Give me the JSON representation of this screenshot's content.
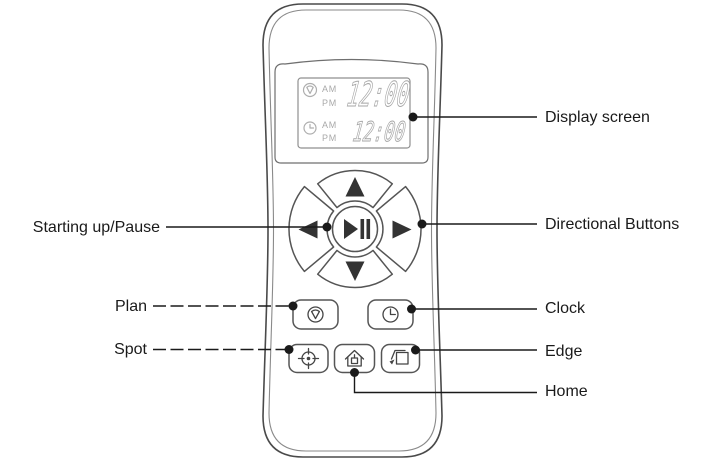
{
  "title": "Remote control diagram",
  "colors": {
    "background": "#ffffff",
    "outline": "#4a4a4a",
    "button_stroke": "#555555",
    "glyph_dark": "#333333",
    "lcd_gray": "#a9a9a9",
    "annotation": "#1a1a1a"
  },
  "remote": {
    "display": {
      "rows": [
        {
          "icon": "schedule-icon",
          "am": "AM",
          "pm": "PM",
          "time": "12:00"
        },
        {
          "icon": "clock-icon",
          "am": "AM",
          "pm": "PM",
          "time": "12:00"
        }
      ]
    },
    "dpad": {
      "up": "up-arrow-button",
      "down": "down-arrow-button",
      "left": "left-arrow-button",
      "right": "right-arrow-button",
      "center": "play-pause-button"
    },
    "buttons": [
      "plan",
      "clock",
      "spot",
      "home",
      "edge"
    ]
  },
  "annotations": {
    "display_screen": {
      "label": "Display screen",
      "side": "right",
      "line": "solid"
    },
    "directional_buttons": {
      "label": "Directional Buttons",
      "side": "right",
      "line": "solid"
    },
    "starting_up_pause": {
      "label": "Starting up/Pause",
      "side": "left",
      "line": "solid"
    },
    "plan": {
      "label": "Plan",
      "side": "left",
      "line": "dashed"
    },
    "clock": {
      "label": "Clock",
      "side": "right",
      "line": "solid"
    },
    "spot": {
      "label": "Spot",
      "side": "left",
      "line": "dashed"
    },
    "edge": {
      "label": "Edge",
      "side": "right",
      "line": "solid"
    },
    "home": {
      "label": "Home",
      "side": "right",
      "line": "solid"
    }
  }
}
